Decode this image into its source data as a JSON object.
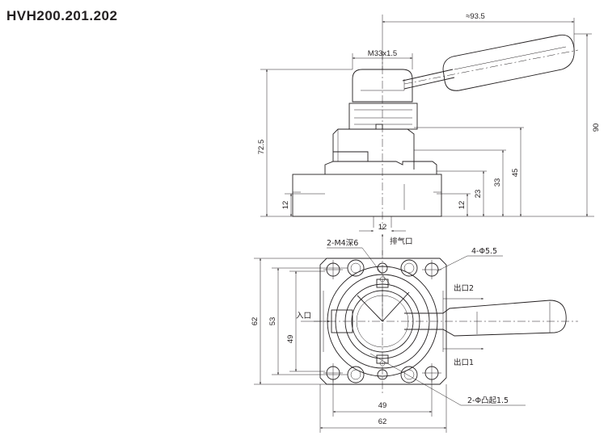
{
  "title": "HVH200.201.202",
  "side_view": {
    "dim_width_total": "≈93.5",
    "dim_thread": "M33x1.5",
    "dim_height_total": "72.5",
    "dim_handle_height": "90",
    "dim_base_left": "12",
    "dim_base_right": "12",
    "dim_23": "23",
    "dim_33": "33",
    "dim_45": "45",
    "dim_exhaust_width": "12",
    "exhaust_label": "排气口"
  },
  "plan_view": {
    "tapped_holes": "2-M4深6",
    "mount_holes": "4-Φ5.5",
    "outlet_2": "出口2",
    "outlet_1": "出口1",
    "inlet": "入口",
    "dim_62_v": "62",
    "dim_53_v": "53",
    "dim_49_v": "49",
    "dim_49_h": "49",
    "dim_62_h": "62",
    "bosses": "2-Φ凸起1.5"
  }
}
